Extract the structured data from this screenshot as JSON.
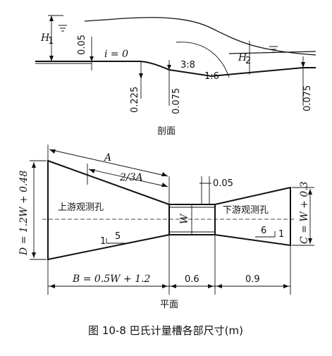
{
  "figure": {
    "caption": "图 10-8   巴氏计量槽各部尺寸(m)",
    "section": {
      "title": "剖面",
      "labels": {
        "h1": "H",
        "h1_sub": "1",
        "h2": "H",
        "h2_sub": "2",
        "d005": "0.05",
        "i0": "i = 0",
        "slope": "3:8",
        "slope_up": "1:6",
        "d0225": "0.225",
        "d0075a": "0.075",
        "d0075b": "0.075"
      }
    },
    "plan": {
      "title": "平面",
      "labels": {
        "a": "A",
        "two_third_a": "2/3A",
        "d005": "0.05",
        "upstream_hole": "上游观测孔",
        "downstream_hole": "下游观测孔",
        "w": "W",
        "d": "D = 1.2W + 0.48",
        "c": "C = W + 0.3",
        "b": "B = 0.5W + 1.2",
        "w06": "0.6",
        "w09": "0.9",
        "s1a": "1",
        "s5": "5",
        "s6": "6",
        "s1b": "1"
      }
    }
  }
}
